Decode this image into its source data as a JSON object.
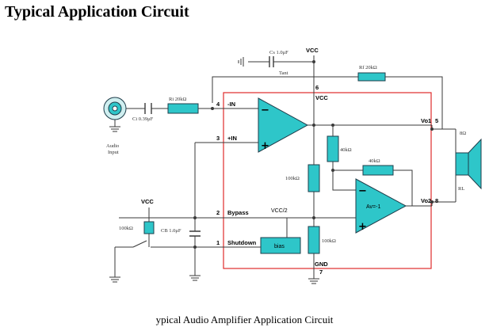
{
  "page": {
    "title": "Typical Application Circuit",
    "caption": "ypical Audio Amplifier Application Circuit"
  },
  "diagram": {
    "supply": "VCC",
    "ground": "GND",
    "components": {
      "cs": "Cs 1.0μF",
      "cs_type": "Tant",
      "rf": "Rf 20kΩ",
      "ri": "Ri 20kΩ",
      "ci": "Ci 0.39μF",
      "r40_top": "40kΩ",
      "r40_fb": "40kΩ",
      "r100_mid": "100kΩ",
      "r100_bot": "100kΩ",
      "r100_sd": "100kΩ",
      "cb": "CB 1.0μF",
      "bias": "bias",
      "amp2_gain": "Av=-1",
      "vcc_half": "VCC/2",
      "speaker_ohm": "8Ω",
      "rl": "RL"
    },
    "audio_input": [
      "Audio",
      "Input"
    ],
    "pins": {
      "p4": "4",
      "p3": "3",
      "p2": "2",
      "p1": "1",
      "p5": "5",
      "p6": "6",
      "p7": "7",
      "p8": "8",
      "inm": "-IN",
      "inp": "+IN",
      "bypass": "Bypass",
      "shutdown": "Shutdown",
      "vo1": "Vo1",
      "vo2": "Vo2"
    },
    "signs": {
      "minus": "−",
      "plus": "+"
    }
  }
}
